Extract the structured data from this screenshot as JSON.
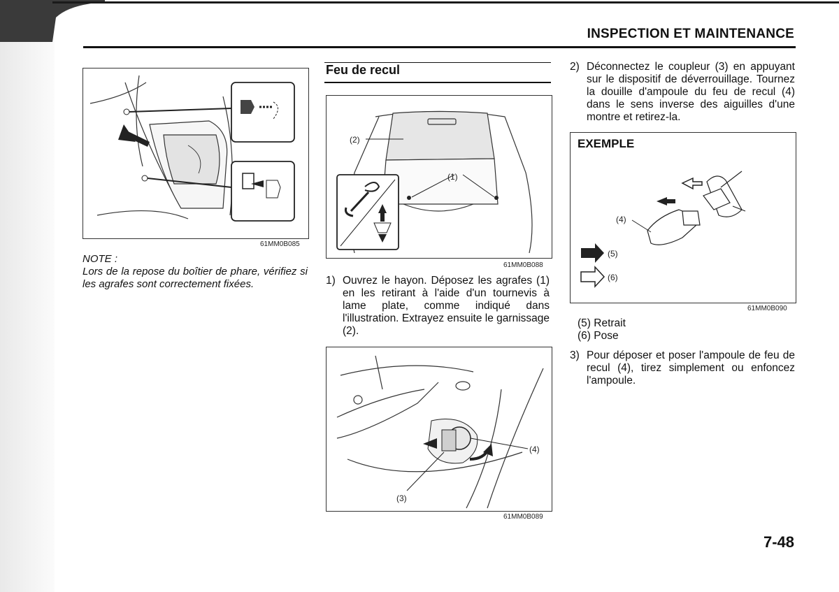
{
  "header": {
    "title": "INSPECTION ET MAINTENANCE",
    "page_number": "7-48"
  },
  "left_column": {
    "figure_code": "61MM0B085",
    "note_title": "NOTE :",
    "note_text": "Lors de la repose du boîtier de phare, vérifiez si les agrafes sont correctement fixées."
  },
  "middle_column": {
    "section_title": "Feu de recul",
    "figure1": {
      "code": "61MM0B088",
      "callout_2": "(2)",
      "callout_1": "(1)"
    },
    "step1": {
      "number": "1)",
      "text": "Ouvrez le hayon. Déposez les agrafes (1) en les retirant à l'aide d'un tournevis à lame plate, comme indiqué dans l'illustration. Extrayez ensuite le garnissage (2)."
    },
    "figure2": {
      "code": "61MM0B089",
      "callout_4": "(4)",
      "callout_3": "(3)"
    }
  },
  "right_column": {
    "step2": {
      "number": "2)",
      "text": "Déconnectez le coupleur (3) en appuyant sur le dispositif de déverrouillage. Tournez la douille d'ampoule du feu de recul (4) dans le sens inverse des aiguilles d'une montre et retirez-la."
    },
    "example_box": {
      "title": "EXEMPLE",
      "callout_4": "(4)",
      "callout_5": "(5)",
      "callout_6": "(6)",
      "code": "61MM0B090"
    },
    "legend": [
      "(5) Retrait",
      "(6) Pose"
    ],
    "step3": {
      "number": "3)",
      "text": "Pour déposer et poser l'ampoule de feu de recul (4), tirez simplement ou enfoncez l'ampoule."
    }
  }
}
